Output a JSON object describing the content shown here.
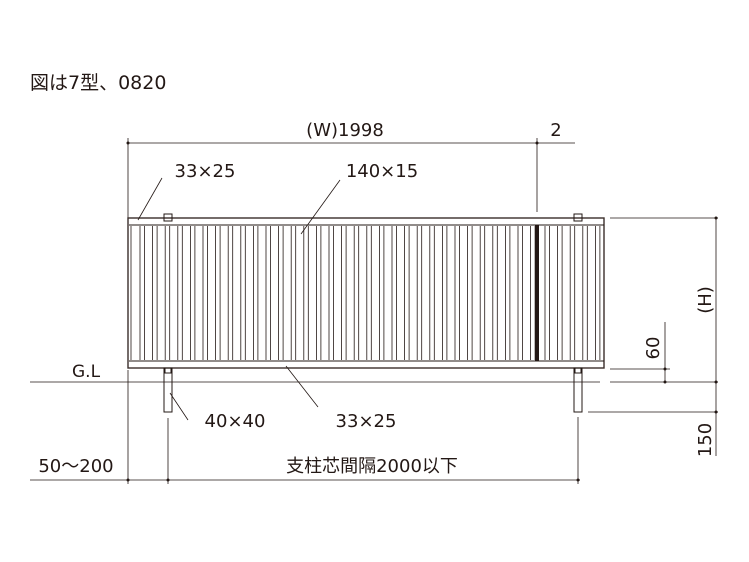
{
  "caption": "図は7型、0820",
  "dimensions": {
    "width": "(W)1998",
    "gap": "2",
    "height": "(H)",
    "bottom_clearance": "60",
    "embed_depth": "150",
    "post_offset": "50〜200",
    "post_spacing": "支柱芯間隔2000以下"
  },
  "labels": {
    "top_rail": "33×25",
    "slat": "140×15",
    "post": "40×40",
    "bottom_rail": "33×25",
    "ground_line": "G.L"
  },
  "colors": {
    "line": "#231815"
  }
}
